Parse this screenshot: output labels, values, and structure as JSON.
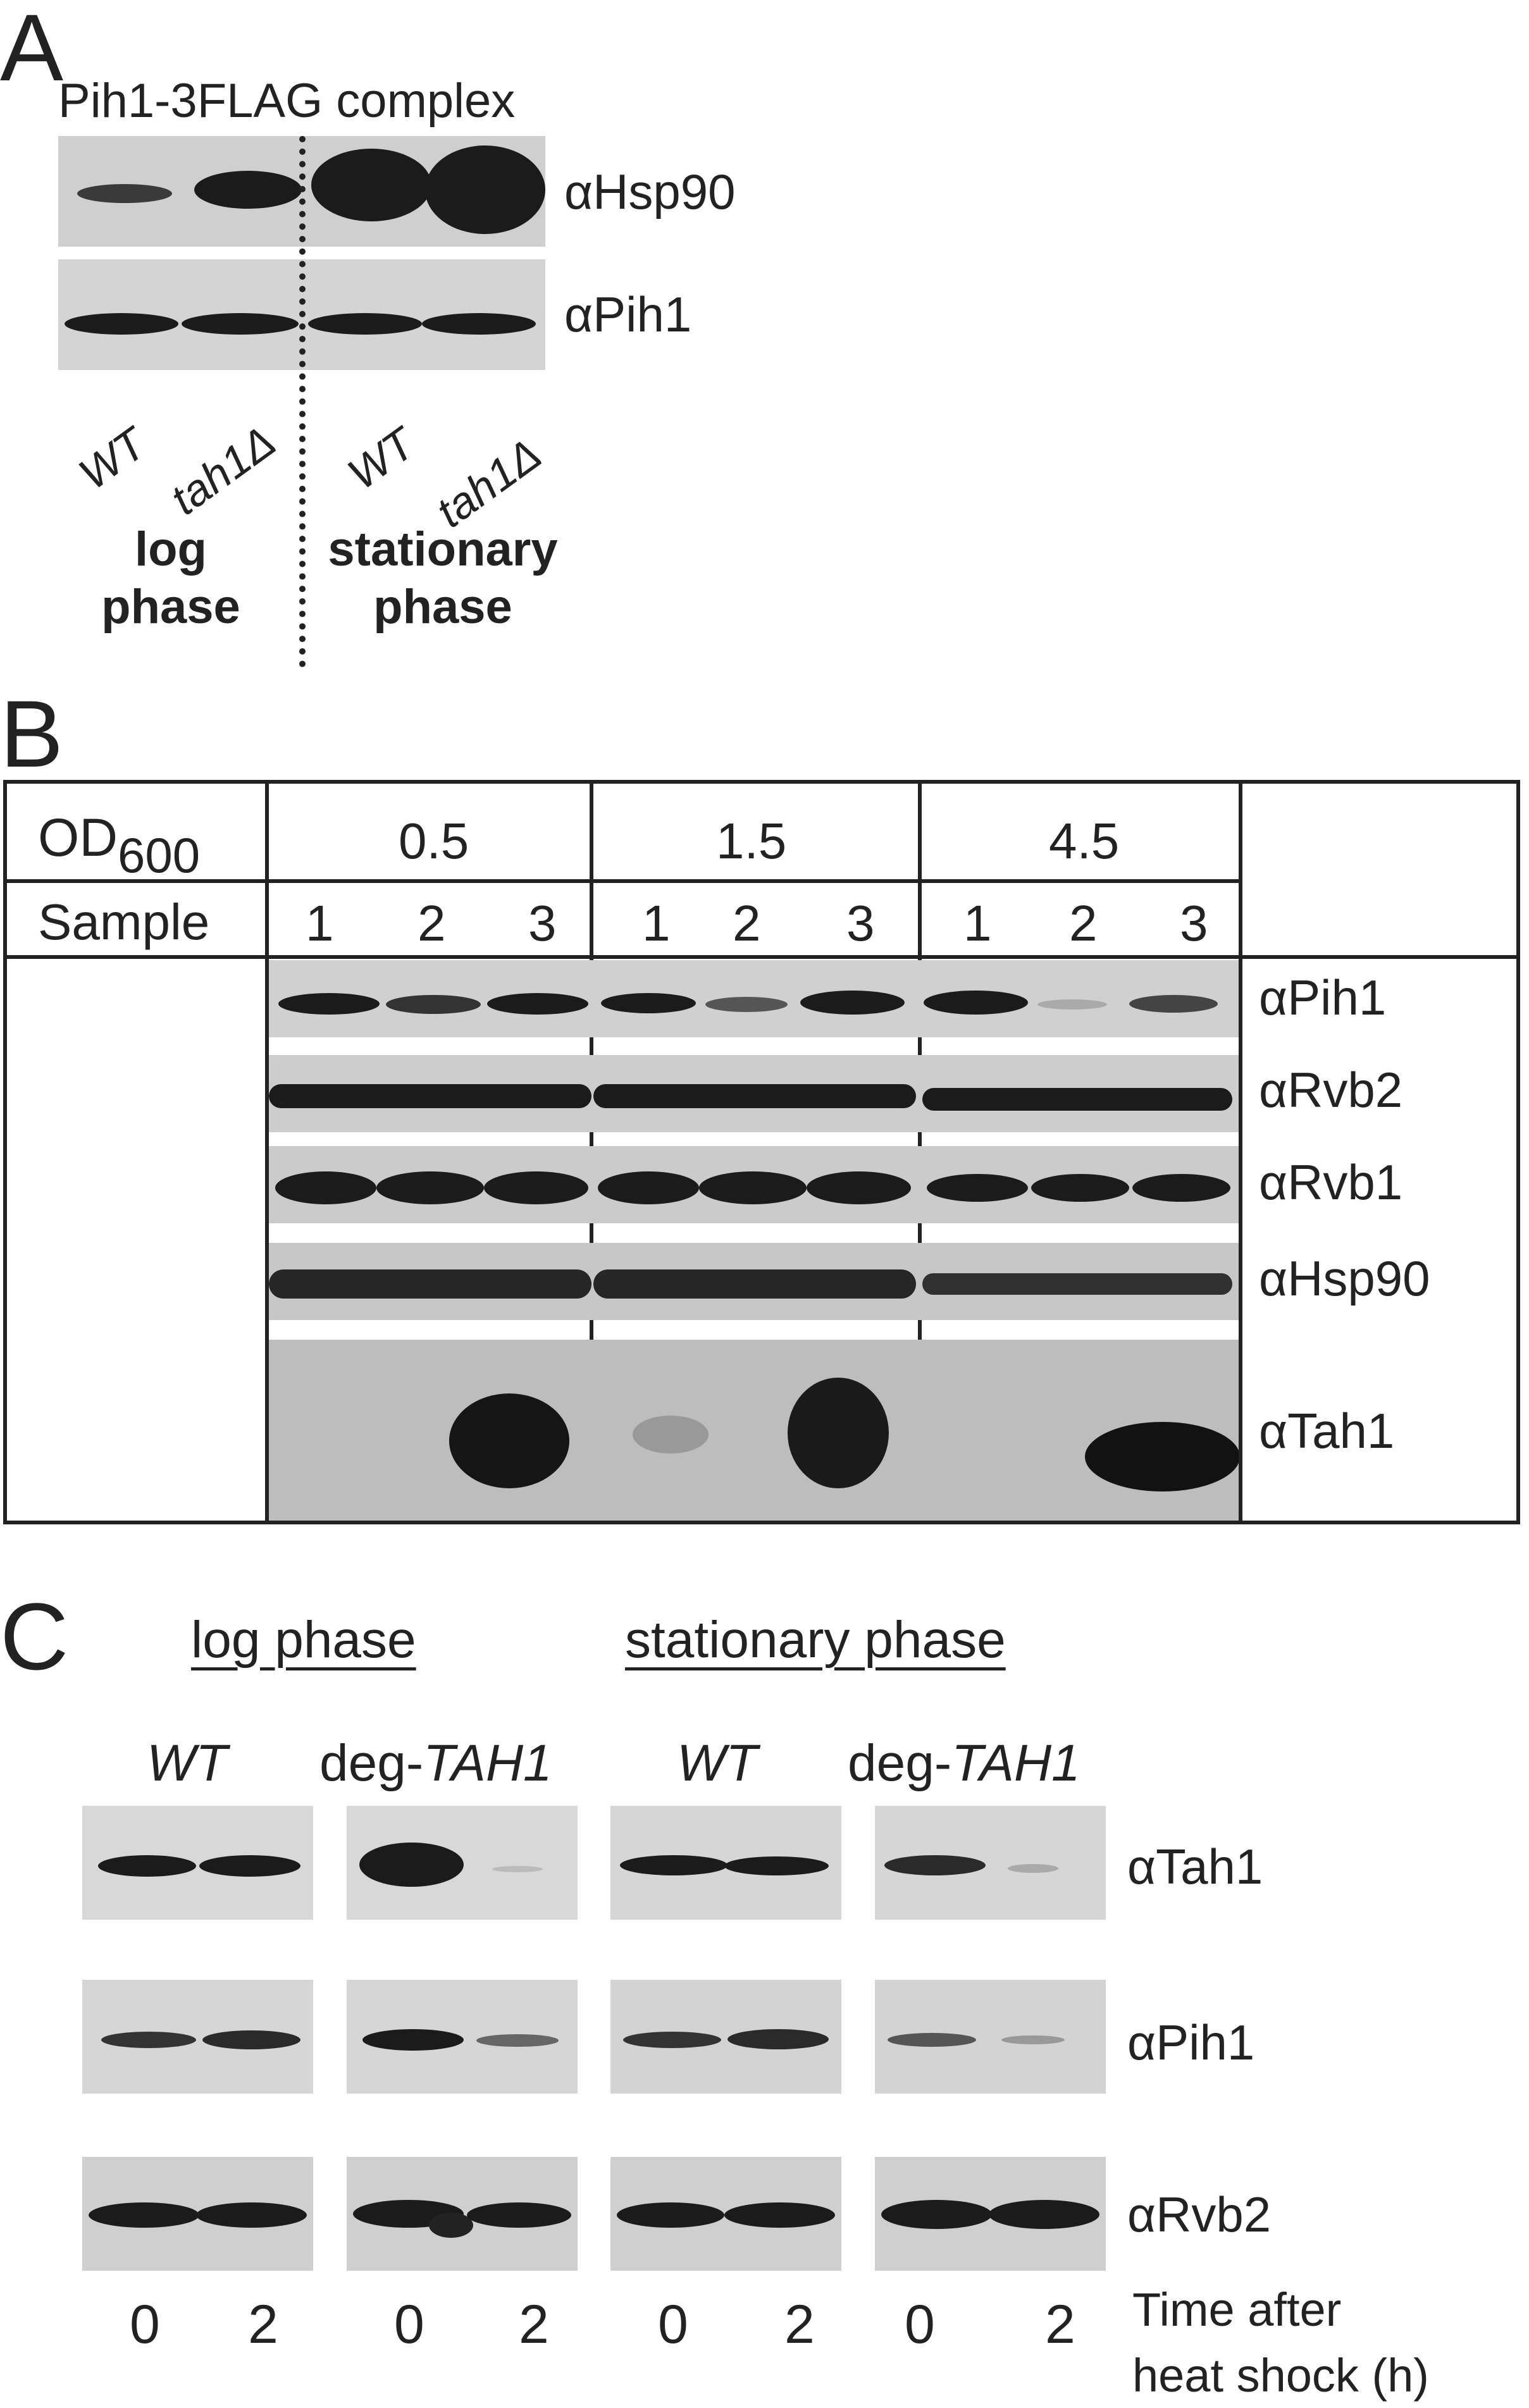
{
  "panelA": {
    "letter": "A",
    "title": "Pih1-3FLAG complex",
    "antibodies": [
      "αHsp90",
      "αPih1"
    ],
    "lanes": [
      "WT",
      "tah1Δ",
      "WT",
      "tah1Δ"
    ],
    "groups": [
      "log\nphase",
      "stationary\nphase"
    ]
  },
  "panelB": {
    "letter": "B",
    "od_label": "OD",
    "od_sub": "600",
    "od_values": [
      "0.5",
      "1.5",
      "4.5"
    ],
    "sample_label": "Sample",
    "samples": [
      "1",
      "2",
      "3",
      "1",
      "2",
      "3",
      "1",
      "2",
      "3"
    ],
    "antibodies": [
      "αPih1",
      "αRvb2",
      "αRvb1",
      "αHsp90",
      "αTah1"
    ]
  },
  "panelC": {
    "letter": "C",
    "phases": [
      "log phase",
      "stationary phase"
    ],
    "strains": [
      {
        "plain": "",
        "italic": "WT"
      },
      {
        "plain": "deg-",
        "italic": "TAH1"
      },
      {
        "plain": "",
        "italic": "WT"
      },
      {
        "plain": "deg-",
        "italic": "TAH1"
      }
    ],
    "antibodies": [
      "αTah1",
      "αPih1",
      "αRvb2"
    ],
    "times": [
      "0",
      "2",
      "0",
      "2",
      "0",
      "2",
      "0",
      "2"
    ],
    "time_label": "Time after\nheat shock (h)"
  }
}
